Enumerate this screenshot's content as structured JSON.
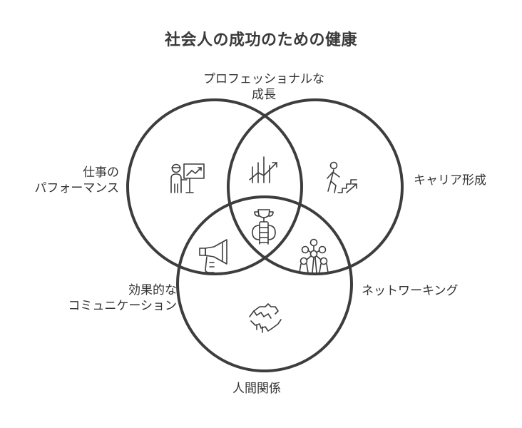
{
  "diagram": {
    "title": "社会人の成功のための健康",
    "sets": {
      "top": {
        "line1": "プロフェッショナルな",
        "line2": "成長"
      },
      "left": {
        "line1": "仕事の",
        "line2": "パフォーマンス"
      },
      "right": {
        "line1": "キャリア形成"
      },
      "bottom_left": {
        "line1": "効果的な",
        "line2": "コミュニケーション"
      },
      "bottom_right": {
        "line1": "ネットワーキング"
      },
      "bottom": {
        "line1": "人間関係"
      }
    },
    "icons": {
      "work": "presentation-icon",
      "growth": "growth-chart-icon",
      "career": "career-climb-icon",
      "center": "trophy-ladder-icon",
      "communication": "megaphone-icon",
      "network": "network-molecule-icon",
      "relations": "handshake-puzzle-icon"
    },
    "colors": {
      "stroke": "#3d3d3d",
      "text": "#333333",
      "background": "#ffffff"
    }
  }
}
